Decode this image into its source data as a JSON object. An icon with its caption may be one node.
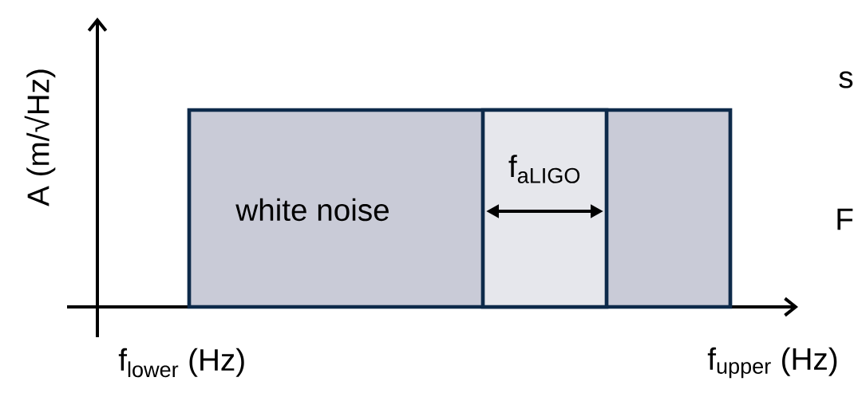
{
  "diagram": {
    "nodes": [
      {
        "text": [
          "white noise"
        ]
      },
      {
        "text": [
          "f$_{aLIGO}$"
        ],
        "in": 0
      }
    ],
    "labels": [
      "A (m/√Hz)",
      "s",
      "F",
      "f$_{lower}$ (Hz)",
      "f$_{upper}$ (Hz)"
    ]
  }
}
